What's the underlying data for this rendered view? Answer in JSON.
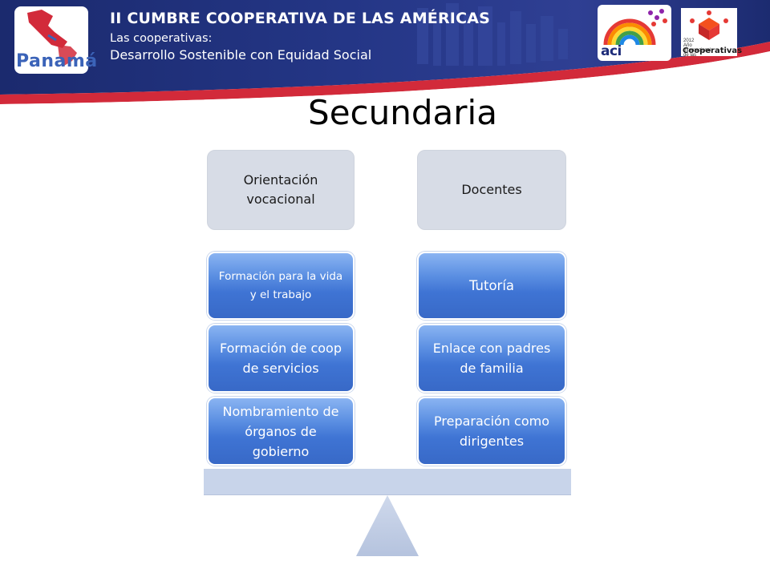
{
  "header": {
    "logo_text": "Panamá",
    "line1": "II CUMBRE COOPERATIVA DE LAS AMÉRICAS",
    "line2": "Las cooperativas:",
    "line3": "Desarrollo Sostenible con Equidad Social",
    "aci_logo_text": "aci",
    "coop_logo_year": "2012 Año Internacional de las",
    "coop_logo_text": "Cooperativas"
  },
  "title": "Secundaria",
  "left_column": {
    "header": "Orientación vocacional",
    "items": [
      "Formación para la vida y el trabajo",
      "Formación de coop de servicios",
      "Nombramiento de órganos de gobierno"
    ]
  },
  "right_column": {
    "header": "Docentes",
    "items": [
      "Tutoría",
      "Enlace con padres de familia",
      "Preparación como dirigentes"
    ]
  },
  "colors": {
    "header_bg": "#1f2f7a",
    "accent_red": "#d22a3a",
    "gray_box": "#d7dce6",
    "blue_box": "#3f74d4",
    "beam": "#c8d4ea"
  }
}
